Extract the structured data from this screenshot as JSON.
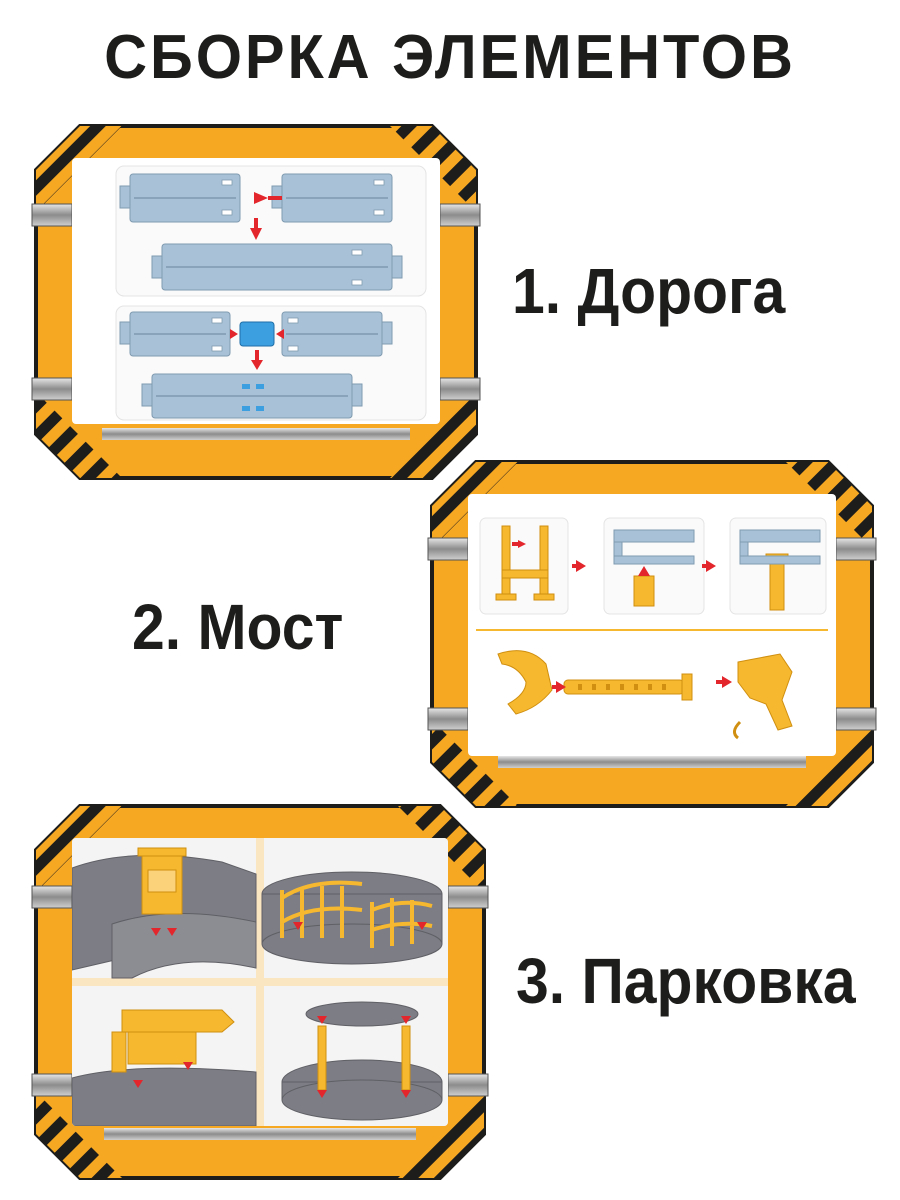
{
  "header": {
    "title": "СБОРКА ЭЛЕМЕНТОВ"
  },
  "steps": [
    {
      "label": "1. Дорога"
    },
    {
      "label": "2. Мост"
    },
    {
      "label": "3. Парковка"
    }
  ],
  "colors": {
    "frame_yellow": "#f7a823",
    "frame_dark": "#1d1d1b",
    "frame_metal": "#9a9a9a",
    "road_blue": "#a9c1d6",
    "part_yellow": "#f5b82e",
    "platform_gray": "#7d7d85",
    "arrow_red": "#e3262b"
  },
  "icons": [
    "arrow-icon"
  ]
}
